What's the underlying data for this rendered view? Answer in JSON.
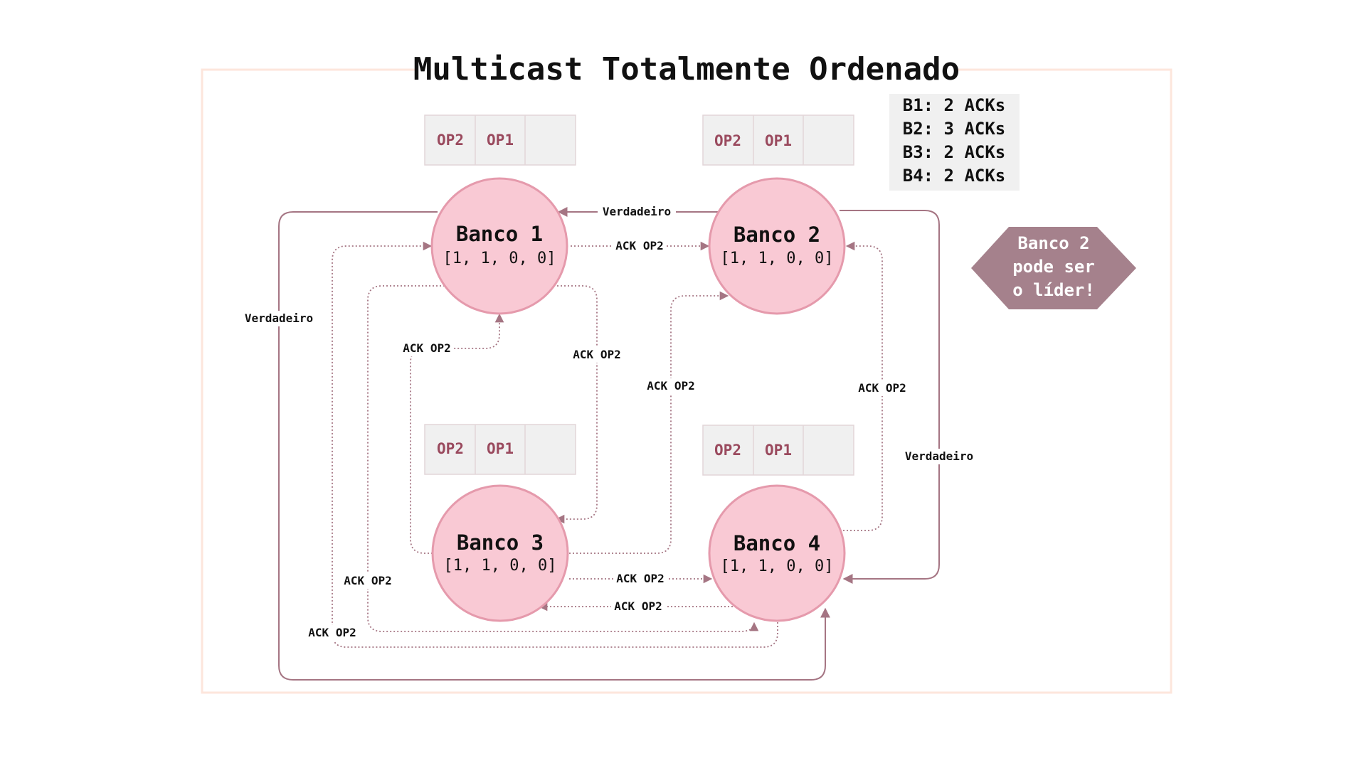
{
  "title": "Multicast Totalmente Ordenado",
  "banks": [
    {
      "name": "Banco 1",
      "vector": "[1, 1, 0, 0]",
      "queue": [
        "OP2",
        "OP1",
        ""
      ]
    },
    {
      "name": "Banco 2",
      "vector": "[1, 1, 0, 0]",
      "queue": [
        "OP2",
        "OP1",
        ""
      ]
    },
    {
      "name": "Banco 3",
      "vector": "[1, 1, 0, 0]",
      "queue": [
        "OP2",
        "OP1",
        ""
      ]
    },
    {
      "name": "Banco 4",
      "vector": "[1, 1, 0, 0]",
      "queue": [
        "OP2",
        "OP1",
        ""
      ]
    }
  ],
  "ack_counts": [
    "B1: 2 ACKs",
    "B2: 3 ACKs",
    "B3: 2 ACKs",
    "B4: 2 ACKs"
  ],
  "leader_note": [
    "Banco 2",
    "pode ser",
    "o líder!"
  ],
  "edge_labels": {
    "verdadeiro_b2_b1": "Verdadeiro",
    "verdadeiro_left": "Verdadeiro",
    "verdadeiro_right": "Verdadeiro",
    "ack_b1_b2": "ACK OP2",
    "ack_b3_b1": "ACK OP2",
    "ack_b1_b3": "ACK OP2",
    "ack_b3_b2": "ACK OP2",
    "ack_b4_b2": "ACK OP2",
    "ack_b3_b4": "ACK OP2",
    "ack_b4_b3": "ACK OP2",
    "ack_b1_b4": "ACK OP2",
    "ack_b4_b1": "ACK OP2"
  },
  "colors": {
    "node_fill": "#f9c9d4",
    "node_stroke": "#e59aac",
    "edge": "#a57583",
    "queue_text": "#9a4a5e",
    "leader_fill": "#a5818c",
    "frame": "#fde6dc",
    "panel": "#f0f0f0"
  }
}
